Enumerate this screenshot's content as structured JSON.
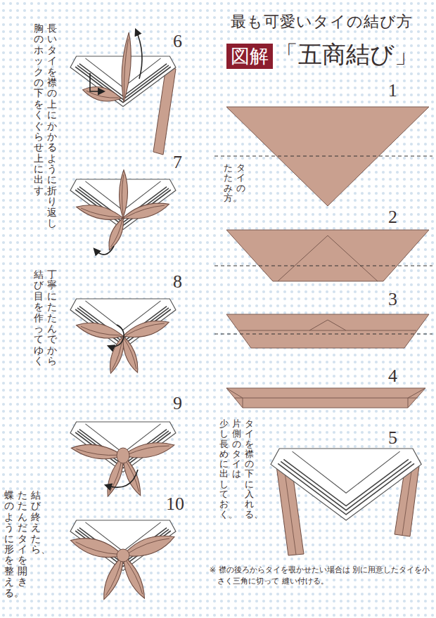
{
  "diagram": {
    "title": "最も可愛いタイの結び方",
    "nodes": [
      {
        "text": [
          "図解"
        ]
      }
    ],
    "labels": [
      "「五商結び」",
      "6",
      "長いタイを襟の上にかかるように折り返し 胸のホックの下をくぐらせ上に出す。",
      "1",
      "タイの たたみ方。",
      "7",
      "2",
      "8",
      "丁寧にたたんでから 結び目を作ってゆく",
      "3",
      "4",
      "9",
      "5",
      "タイを襟の下に入れる、 片側のタイは 少し長めに出しておく。",
      "10",
      "結び終えたら、 たたんだタイを開き 蝶のように形を整える。",
      "※ 襟の後ろからタイを覗かせたい場合は 別に用意したタイを小さく三角に切って 縫い付ける。"
    ]
  }
}
